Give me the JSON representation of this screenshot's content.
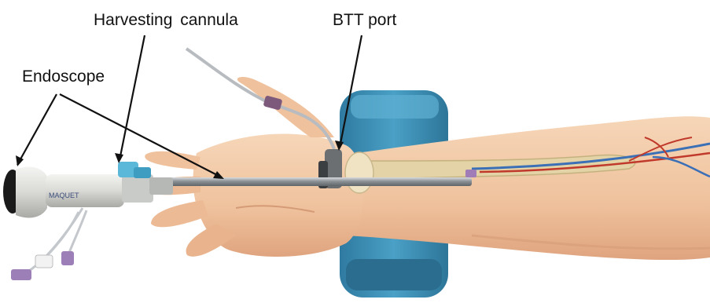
{
  "labels": {
    "endoscope": "Endoscope",
    "harvesting_cannula": "Harvesting cannula",
    "btt_port": "BTT port"
  },
  "device_brand": "MAQUET",
  "colors": {
    "skin": "#f2c9a6",
    "skin_shadow": "#d9a07a",
    "support_block": "#3e8fb5",
    "steel": "#9ea3a8",
    "cannula_tip": "#5bb8d8",
    "vein": "#3b6fb6",
    "artery": "#c0392b",
    "arrow": "#111111"
  }
}
